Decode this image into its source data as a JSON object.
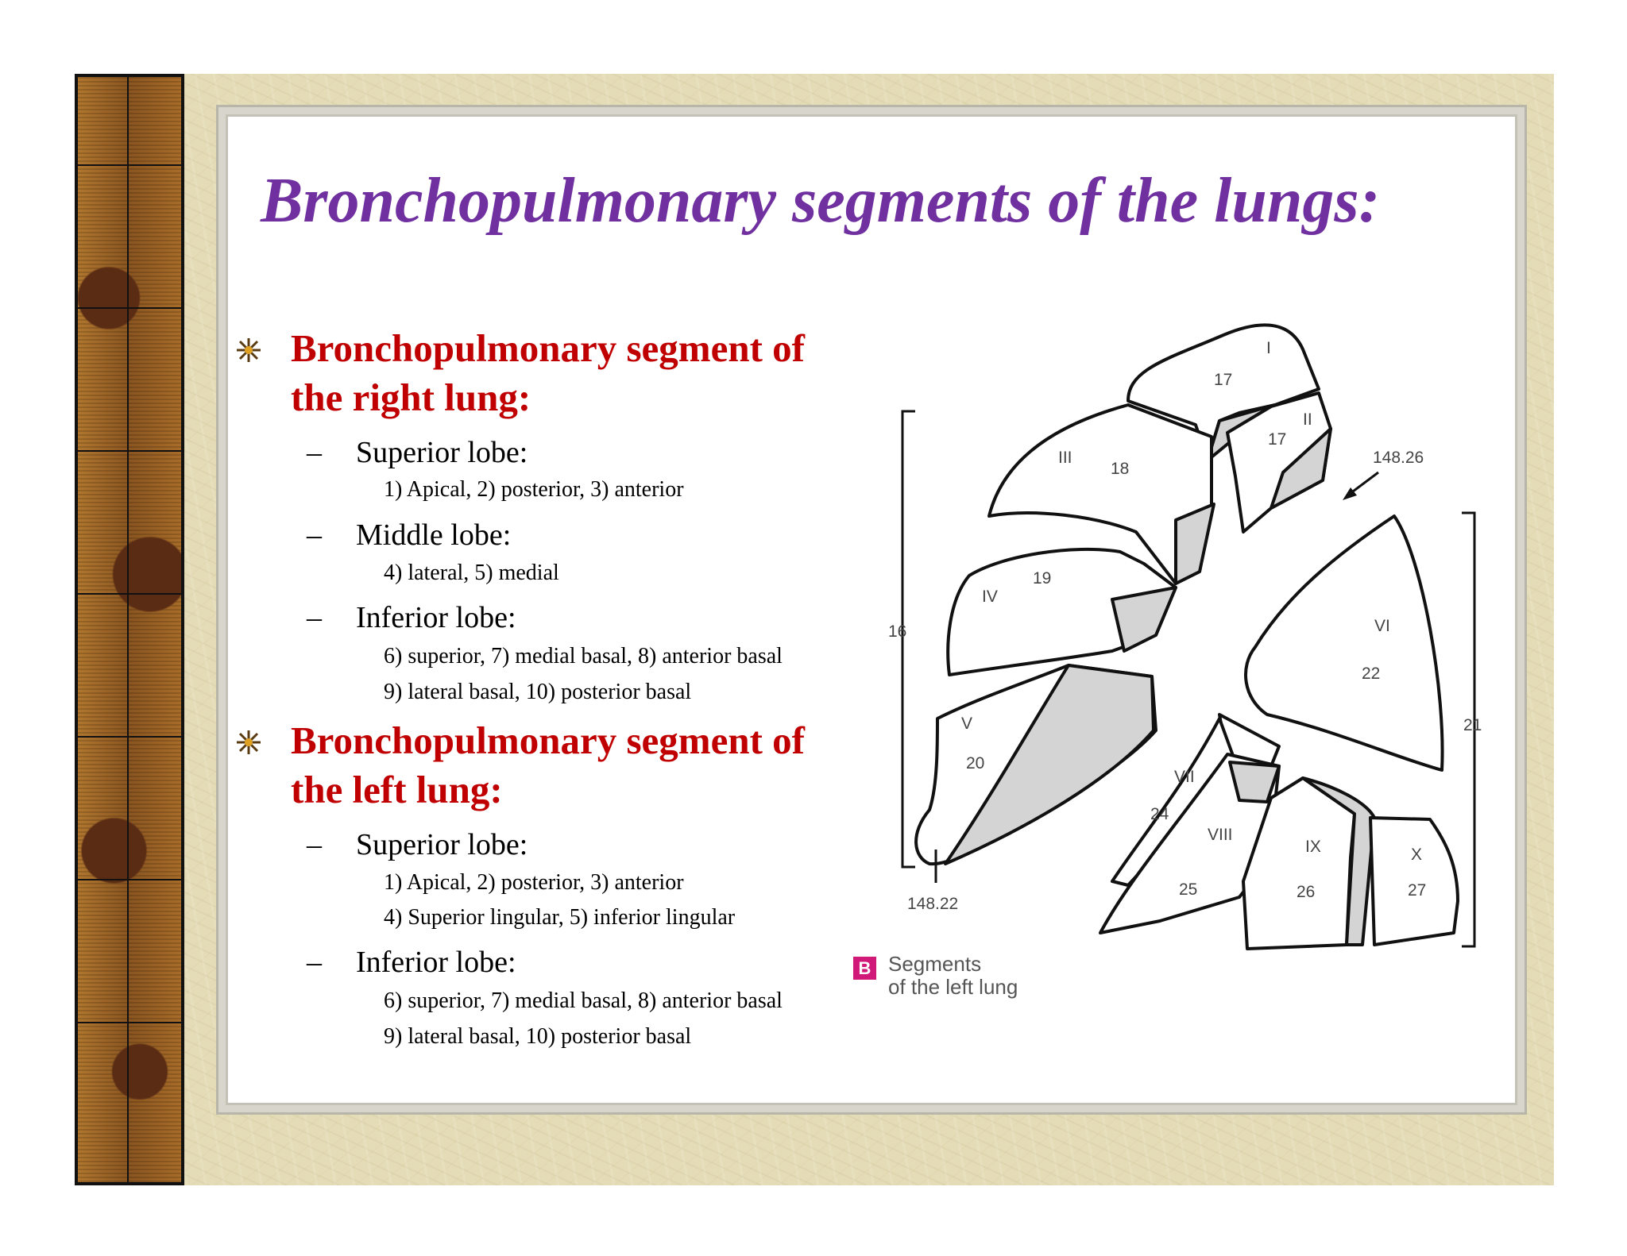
{
  "slide": {
    "title": "Bronchopulmonary segments of the lungs:"
  },
  "right_lung": {
    "heading_line1": "Bronchopulmonary segment of",
    "heading_line2": "the right lung:",
    "dash": "–",
    "superior_label": "Superior lobe:",
    "superior_detail": "1) Apical, 2) posterior, 3) anterior",
    "middle_label": "Middle lobe:",
    "middle_detail": "4) lateral, 5) medial",
    "inferior_label": "Inferior lobe:",
    "inferior_detail_1": "6) superior, 7) medial basal, 8) anterior basal",
    "inferior_detail_2": "9)  lateral basal, 10)  posterior basal"
  },
  "left_lung": {
    "heading_line1": "Bronchopulmonary segment of",
    "heading_line2": "the left lung:",
    "dash": "–",
    "superior_label": "Superior lobe:",
    "superior_detail_1": "1) Apical, 2) posterior, 3) anterior",
    "superior_detail_2": "4) Superior lingular, 5) inferior lingular",
    "inferior_label": "Inferior lobe:",
    "inferior_detail_1": "6) superior, 7) medial basal, 8) anterior basal",
    "inferior_detail_2": "9)   lateral basal, 10)  posterior basal"
  },
  "figure": {
    "badge": "B",
    "caption": "Segments\nof the left lung",
    "labels": {
      "seg_I": "I",
      "seg_II": "II",
      "seg_III": "III",
      "seg_IV": "IV",
      "seg_V": "V",
      "seg_VI": "VI",
      "seg_VII": "VII",
      "seg_VIII": "VIII",
      "seg_IX": "IX",
      "seg_X": "X",
      "n17a": "17",
      "n17b": "17",
      "n18": "18",
      "n19": "19",
      "n20": "20",
      "n22": "22",
      "n24": "24",
      "n25": "25",
      "n26": "26",
      "n27": "27",
      "n16": "16",
      "n21": "21",
      "ref_148_26": "148.26",
      "ref_148_22": "148.22"
    }
  },
  "colors": {
    "title": "#7030a0",
    "heading": "#c00000",
    "segment_shade": "#d4d4d4",
    "badge": "#d1197a"
  }
}
